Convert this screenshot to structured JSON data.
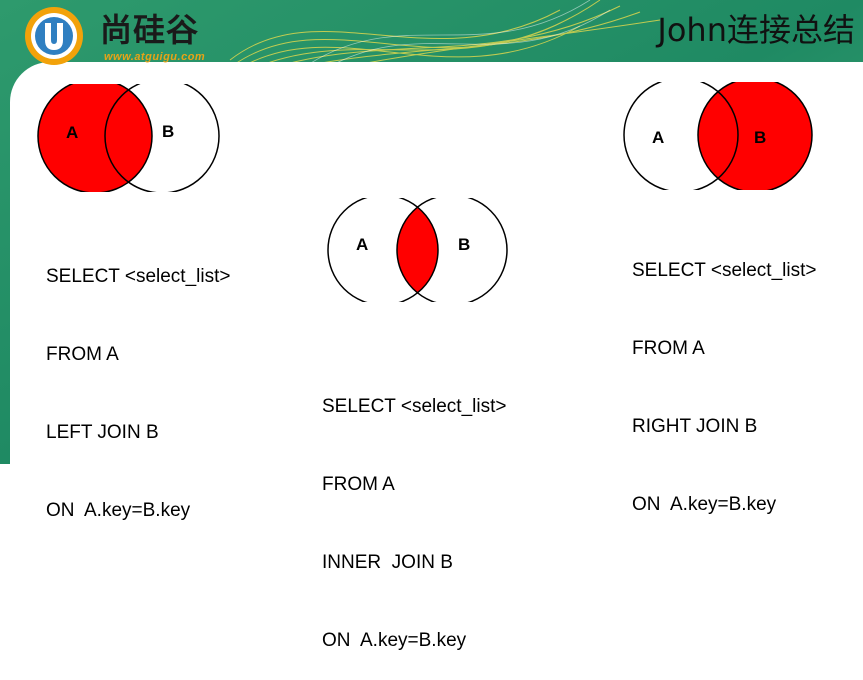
{
  "header": {
    "logo_text": "尚硅谷",
    "logo_url": "www.atguigu.com",
    "title": "John连接总结"
  },
  "joins": [
    {
      "left_label": "A",
      "right_label": "B",
      "sql": [
        "SELECT <select_list>",
        "FROM A",
        "LEFT JOIN B",
        "ON  A.key=B.key"
      ]
    },
    {
      "left_label": "A",
      "right_label": "B",
      "sql": [
        "SELECT <select_list>",
        "FROM A",
        "INNER  JOIN B",
        "ON  A.key=B.key"
      ]
    },
    {
      "left_label": "A",
      "right_label": "B",
      "sql": [
        "SELECT <select_list>",
        "FROM A",
        "RIGHT JOIN B",
        "ON  A.key=B.key"
      ]
    }
  ],
  "colors": {
    "highlight": "#ff0000",
    "background_green": "#1f8a63",
    "logo_blue": "#2f7fc1",
    "logo_orange": "#f2a20a"
  }
}
